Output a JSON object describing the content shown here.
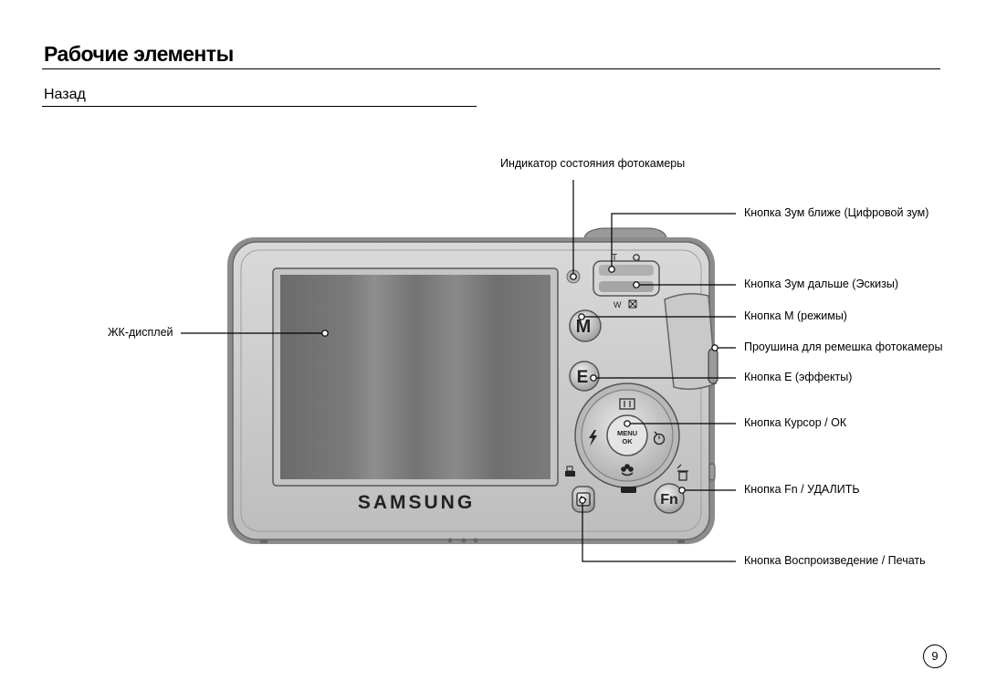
{
  "page": {
    "title": "Рабочие элементы",
    "subtitle": "Назад",
    "page_number": "9"
  },
  "camera": {
    "brand": "SAMSUNG",
    "zoom_tele": "T",
    "zoom_wide": "W",
    "menu_line1": "MENU",
    "menu_line2": "OK",
    "button_m": "M",
    "button_e": "E",
    "button_fn": "Fn"
  },
  "callouts": {
    "status_indicator": "Индикатор состояния фотокамеры",
    "zoom_in": "Кнопка Зум ближе (Цифровой зум)",
    "zoom_out": "Кнопка Зум дальше (Эскизы)",
    "mode_button": "Кнопка М (режимы)",
    "strap_eyelet": "Проушина для ремешка фотокамеры",
    "effects_button": "Кнопка Е (эффекты)",
    "cursor_ok": "Кнопка Курсор / ОК",
    "fn_delete": "Кнопка Fn / УДАЛИТЬ",
    "lcd": "ЖК-дисплей",
    "playback": "Кнопка Воспроизведение / Печать"
  }
}
